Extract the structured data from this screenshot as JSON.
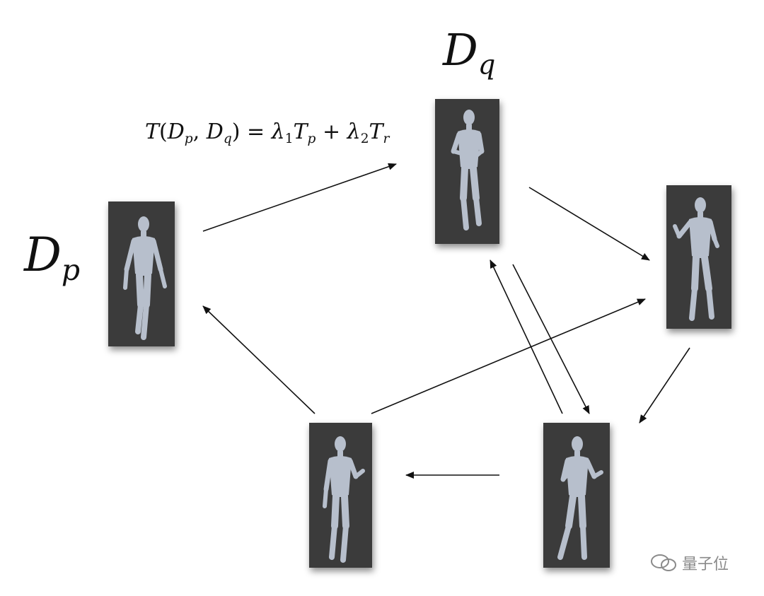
{
  "labels": {
    "dp": {
      "main": "D",
      "sub": "p"
    },
    "dq": {
      "main": "D",
      "sub": "q"
    }
  },
  "formula": {
    "t": "T",
    "open": "(",
    "d1": "D",
    "s1": "p",
    "comma": ", ",
    "d2": "D",
    "s2": "q",
    "close": ") = ",
    "lambda1": "λ",
    "l1sub": "1",
    "tp": "T",
    "tpsub": "p",
    "plus": " + ",
    "lambda2": "λ",
    "l2sub": "2",
    "tr": "T",
    "trsub": "r"
  },
  "watermark": {
    "text": "量子位"
  },
  "colors": {
    "card": "#3b3b3b",
    "figure": "#b7bfcc",
    "arrow": "#111111",
    "watermark": "#8a8a8a"
  }
}
